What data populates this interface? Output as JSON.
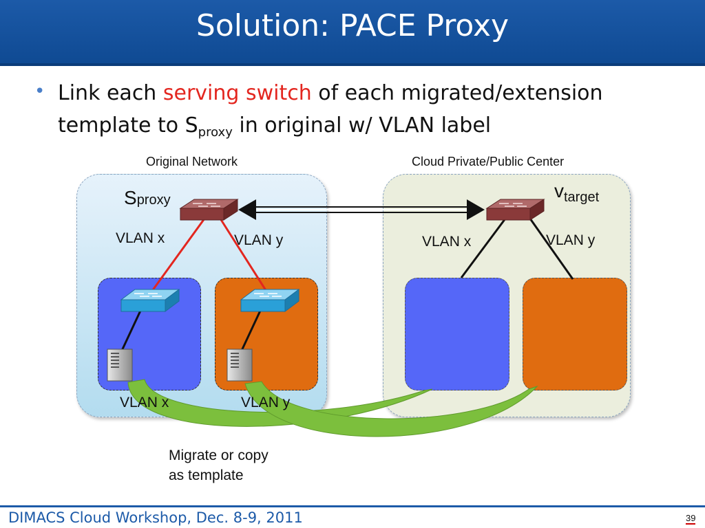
{
  "slide": {
    "title": "Solution: PACE Proxy",
    "bullet": {
      "part1": "Link each ",
      "highlight": "serving switch",
      "part2": " of each migrated/extension template to S",
      "sub": "proxy",
      "part3": " in original w/ VLAN label"
    }
  },
  "diagram": {
    "original_label": "Original Network",
    "cloud_label": "Cloud Private/Public Center",
    "sproxy_main": "S",
    "sproxy_sub": "proxy",
    "vtarget_main": "v",
    "vtarget_sub": "target",
    "vlan_x": "VLAN x",
    "vlan_y": "VLAN y",
    "migrate_note": "Migrate or copy\nas template",
    "colors": {
      "blue_tile": "#5567f8",
      "orange_tile": "#e06c10",
      "red_link": "#e3261f",
      "green_arrow": "#7cbf3d",
      "switch_red": "#8a3a3a",
      "switch_blue": "#2aa0d8"
    }
  },
  "footer": {
    "text": "DIMACS Cloud Workshop, Dec. 8-9, 2011",
    "page": "39"
  }
}
